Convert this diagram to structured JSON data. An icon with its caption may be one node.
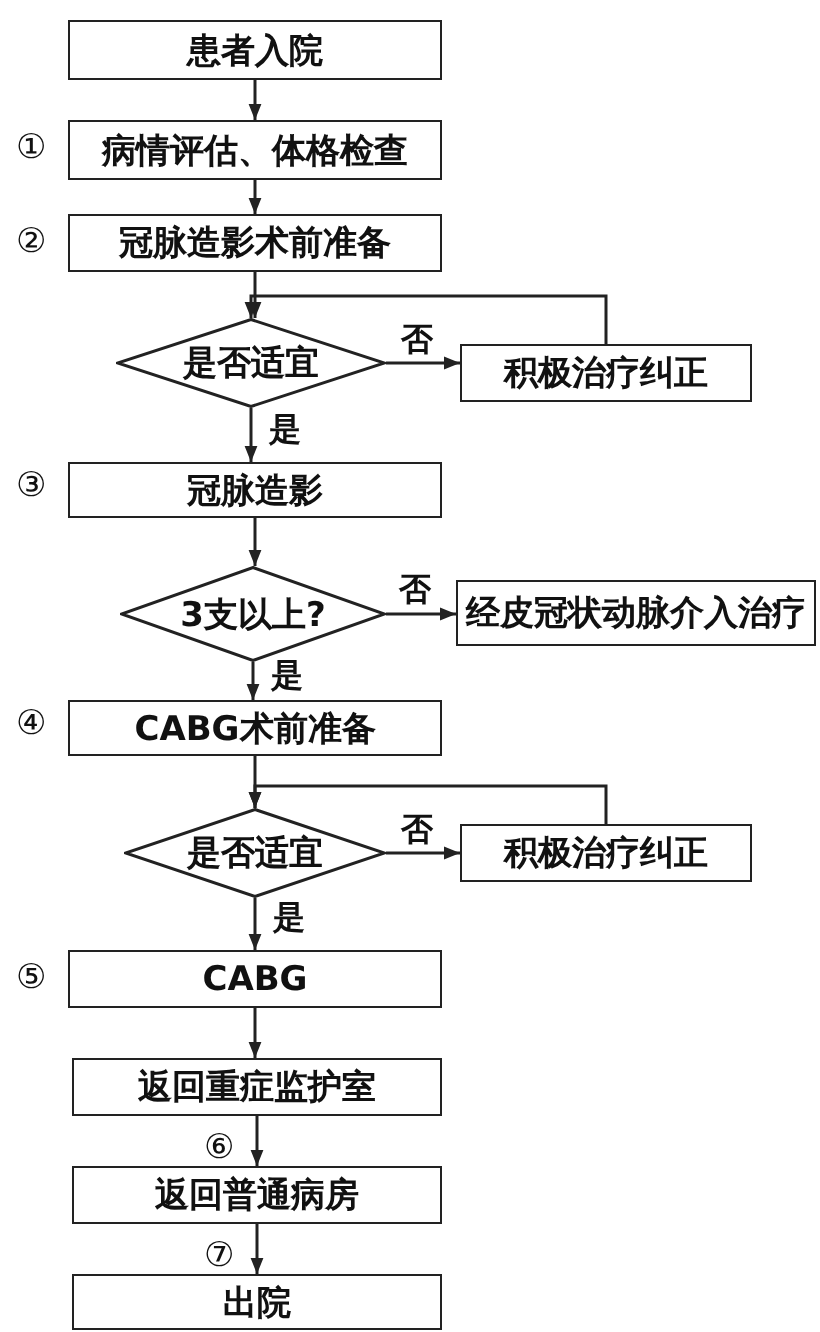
{
  "diagram": {
    "nodes": [
      {
        "text": [
          "患者入院"
        ]
      },
      {
        "text": [
          "病情评估、体格检查"
        ],
        "beside": [
          "①"
        ]
      },
      {
        "text": [
          "冠脉造影术前准备"
        ],
        "beside": [
          "②"
        ]
      },
      {
        "text": [
          "是否适宜"
        ]
      },
      {
        "text": [
          "积极治疗纠正"
        ]
      },
      {
        "text": [
          "冠脉造影"
        ],
        "beside": [
          "③"
        ]
      },
      {
        "text": [
          "3支以上?"
        ]
      },
      {
        "text": [
          "经皮冠状动脉介入治疗"
        ]
      },
      {
        "text": [
          "CABG术前准备"
        ],
        "beside": [
          "④"
        ]
      },
      {
        "text": [
          "是否适宜"
        ]
      },
      {
        "text": [
          "积极治疗纠正"
        ]
      },
      {
        "text": [
          "CABG"
        ],
        "beside": [
          "⑤"
        ]
      },
      {
        "text": [
          "返回重症监护室"
        ]
      },
      {
        "text": [
          "返回普通病房"
        ],
        "beside": [
          "⑥"
        ]
      },
      {
        "text": [
          "出院"
        ],
        "beside": [
          "⑦"
        ]
      }
    ],
    "edges": [
      {
        "from": 0,
        "to": 1,
        "arrow": "to"
      },
      {
        "from": 1,
        "to": 2,
        "arrow": "to"
      },
      {
        "from": 2,
        "to": 3,
        "arrow": "to"
      },
      {
        "from": 3,
        "to": 4,
        "arrow": "to",
        "label": "否"
      },
      {
        "from": 4,
        "to": 3,
        "arrow": "to"
      },
      {
        "from": 3,
        "to": 5,
        "arrow": "to",
        "label": "是"
      },
      {
        "from": 5,
        "to": 6,
        "arrow": "to"
      },
      {
        "from": 6,
        "to": 7,
        "arrow": "to",
        "label": "否"
      },
      {
        "from": 6,
        "to": 8,
        "arrow": "to",
        "label": "是"
      },
      {
        "from": 8,
        "to": 9,
        "arrow": "to"
      },
      {
        "from": 9,
        "to": 10,
        "arrow": "to",
        "label": "否"
      },
      {
        "from": 10,
        "to": 9,
        "arrow": "to"
      },
      {
        "from": 9,
        "to": 11,
        "arrow": "to",
        "label": "是"
      },
      {
        "from": 11,
        "to": 12,
        "arrow": "to"
      },
      {
        "from": 12,
        "to": 13,
        "arrow": "to"
      },
      {
        "from": 13,
        "to": 14,
        "arrow": "to"
      }
    ]
  }
}
